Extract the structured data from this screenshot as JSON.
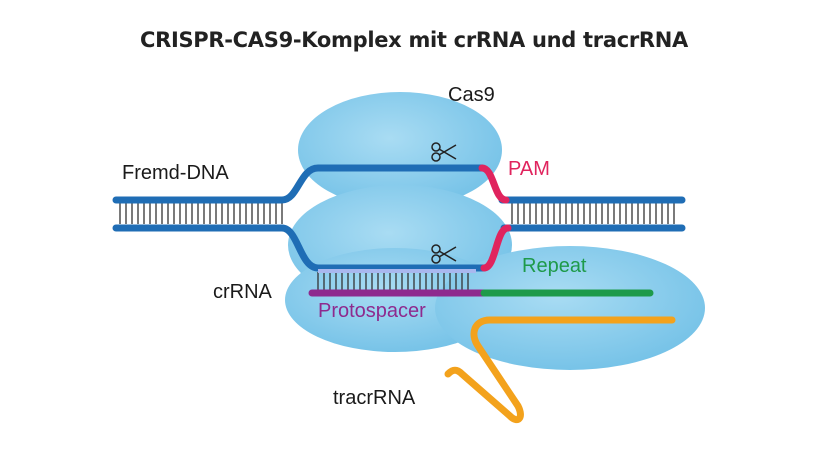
{
  "title": "CRISPR-CAS9-Komplex mit crRNA und tracrRNA",
  "labels": {
    "cas9": "Cas9",
    "fremd_dna": "Fremd-DNA",
    "pam": "PAM",
    "repeat": "Repeat",
    "crrna": "crRNA",
    "protospacer": "Protospacer",
    "tracrrna": "tracrRNA"
  },
  "colors": {
    "protein": "#8ccdec",
    "dna": "#1f6db5",
    "pam": "#e0245e",
    "protospacer": "#8e2a8e",
    "repeat": "#1e9a4a",
    "tracrrna": "#f3a21c",
    "label_dark": "#1a1a1a"
  },
  "icons": [
    "scissors-icon",
    "scissors-icon"
  ]
}
